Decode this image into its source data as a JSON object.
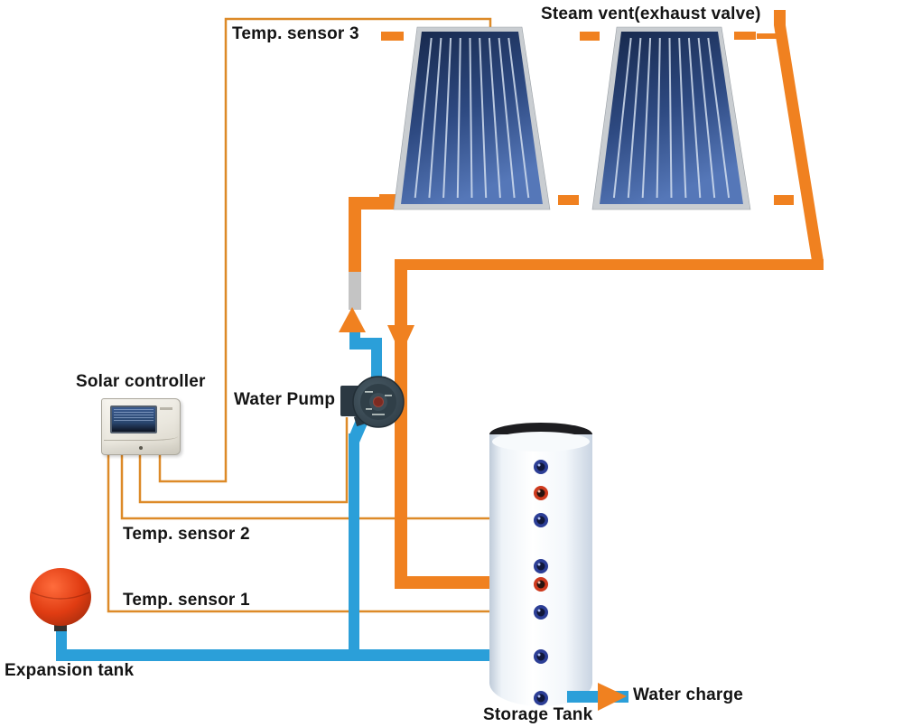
{
  "title": "Solar water heater system diagram",
  "labels": {
    "temp_sensor_3": "Temp. sensor 3",
    "steam_vent": "Steam vent(exhaust valve)",
    "solar_controller": "Solar controller",
    "water_pump": "Water Pump",
    "temp_sensor_2": "Temp. sensor 2",
    "temp_sensor_1": "Temp. sensor 1",
    "expansion_tank": "Expansion tank",
    "storage_tank": "Storage Tank",
    "water_charge": "Water charge"
  },
  "colors": {
    "pipe_hot": "#f08120",
    "pipe_cold": "#2b9fd9",
    "wire": "#dd8a28",
    "union_gray": "#c4c4c4",
    "frame_silver": "#c9cdd1",
    "panel_dark": "#1a2c52",
    "panel_light": "#5577b8",
    "tank_cap": "#1d1d20",
    "port_blue": "#2c3e96",
    "port_red": "#ce3a1e",
    "expansion_red": "#e03c12",
    "pump_gray": "#3b4c56",
    "text": "#141414"
  },
  "components": {
    "collectors": [
      "flat-plate-collector-1",
      "flat-plate-collector-2"
    ],
    "tank_ports_top_to_bottom": [
      "blue",
      "red",
      "blue",
      "blue",
      "red",
      "blue",
      "blue",
      "blue"
    ],
    "flow_arrows": [
      "up-to-collector",
      "down-to-tank-coil",
      "right-water-charge"
    ]
  }
}
